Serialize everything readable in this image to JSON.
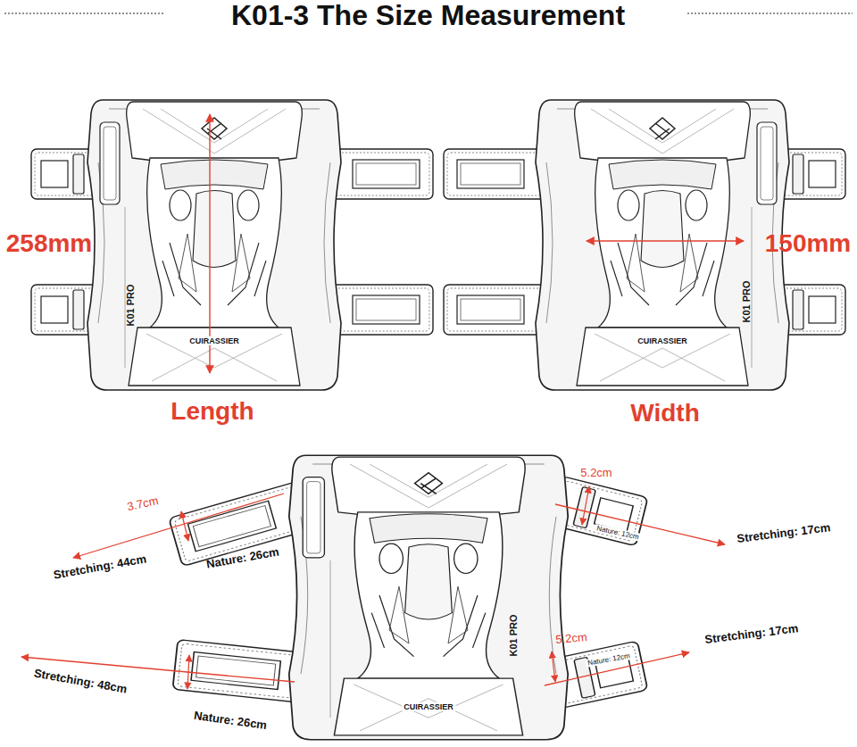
{
  "diagram": {
    "title": "K01-3 The Size Measurement",
    "labels": [
      "258mm",
      "Length",
      "150mm",
      "Width",
      "K01 PRO",
      "CUIRASSIER",
      "K01 PRO",
      "CUIRASSIER",
      "3.7cm",
      "5.2cm",
      "Nature: 12cm",
      "Stretching: 17cm",
      "Stretching: 44cm",
      "Nature: 26cm",
      "5.2cm",
      "Nature: 12cm",
      "Stretching: 17cm",
      "Stretching: 48cm",
      "Nature: 26cm",
      "K01 PRO",
      "CUIRASSIER"
    ]
  }
}
